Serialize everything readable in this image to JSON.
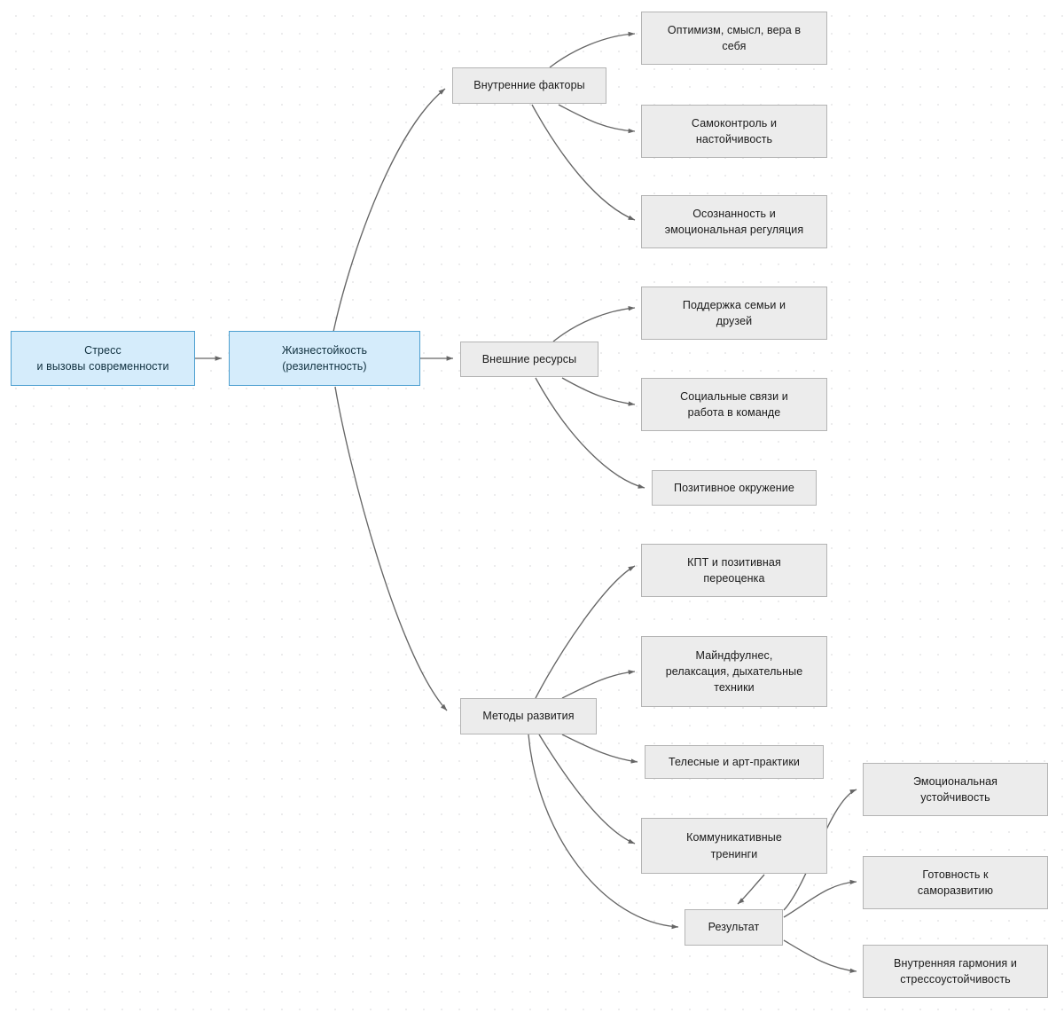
{
  "diagram": {
    "title": "Жизнестойкость (резилентность) — карта",
    "background": "#ffffff",
    "grid": "dotted",
    "colors": {
      "primary_fill": "#d5ecfb",
      "primary_stroke": "#4d9fd0",
      "node_fill": "#ececec",
      "node_stroke": "#b4b4b4",
      "edge_stroke": "#666666",
      "text": "#1a1a1a"
    }
  },
  "nodes": {
    "stress": {
      "label": "Стресс\nи вызовы современности",
      "type": "primary"
    },
    "resilience": {
      "label": "Жизнестойкость\n(резилентность)",
      "type": "primary"
    },
    "internal_factors": {
      "label": "Внутренние факторы",
      "type": "branch"
    },
    "external_resources": {
      "label": "Внешние ресурсы",
      "type": "branch"
    },
    "development_methods": {
      "label": "Методы развития",
      "type": "branch"
    },
    "optimism": {
      "label": "Оптимизм, смысл, вера в\nсебя",
      "type": "leaf"
    },
    "self_control": {
      "label": "Самоконтроль и\nнастойчивость",
      "type": "leaf"
    },
    "mindfulness_regulation": {
      "label": "Осознанность и\nэмоциональная регуляция",
      "type": "leaf"
    },
    "family_support": {
      "label": "Поддержка семьи и\nдрузей",
      "type": "leaf"
    },
    "social_ties": {
      "label": "Социальные связи и\nработа в команде",
      "type": "leaf"
    },
    "positive_environment": {
      "label": "Позитивное окружение",
      "type": "leaf"
    },
    "cbt": {
      "label": "КПТ и позитивная\nпереоценка",
      "type": "leaf"
    },
    "mindfulness_breathing": {
      "label": "Майндфулнес,\nрелаксация, дыхательные\nтехники",
      "type": "leaf"
    },
    "body_art": {
      "label": "Телесные и арт-практики",
      "type": "leaf"
    },
    "communication_training": {
      "label": "Коммуникативные\nтренинги",
      "type": "leaf"
    },
    "result": {
      "label": "Результат",
      "type": "result"
    },
    "emotional_stability": {
      "label": "Эмоциональная\nустойчивость",
      "type": "leaf"
    },
    "self_development": {
      "label": "Готовность к\nсаморазвитию",
      "type": "leaf"
    },
    "inner_harmony": {
      "label": "Внутренняя гармония и\nстрессоустойчивость",
      "type": "leaf"
    }
  },
  "edges": [
    {
      "from": "stress",
      "to": "resilience"
    },
    {
      "from": "resilience",
      "to": "internal_factors"
    },
    {
      "from": "resilience",
      "to": "external_resources"
    },
    {
      "from": "resilience",
      "to": "development_methods"
    },
    {
      "from": "internal_factors",
      "to": "optimism"
    },
    {
      "from": "internal_factors",
      "to": "self_control"
    },
    {
      "from": "internal_factors",
      "to": "mindfulness_regulation"
    },
    {
      "from": "external_resources",
      "to": "family_support"
    },
    {
      "from": "external_resources",
      "to": "social_ties"
    },
    {
      "from": "external_resources",
      "to": "positive_environment"
    },
    {
      "from": "development_methods",
      "to": "cbt"
    },
    {
      "from": "development_methods",
      "to": "mindfulness_breathing"
    },
    {
      "from": "development_methods",
      "to": "body_art"
    },
    {
      "from": "development_methods",
      "to": "communication_training"
    },
    {
      "from": "development_methods",
      "to": "result"
    },
    {
      "from": "communication_training",
      "to": "result"
    },
    {
      "from": "result",
      "to": "emotional_stability"
    },
    {
      "from": "result",
      "to": "self_development"
    },
    {
      "from": "result",
      "to": "inner_harmony"
    }
  ]
}
